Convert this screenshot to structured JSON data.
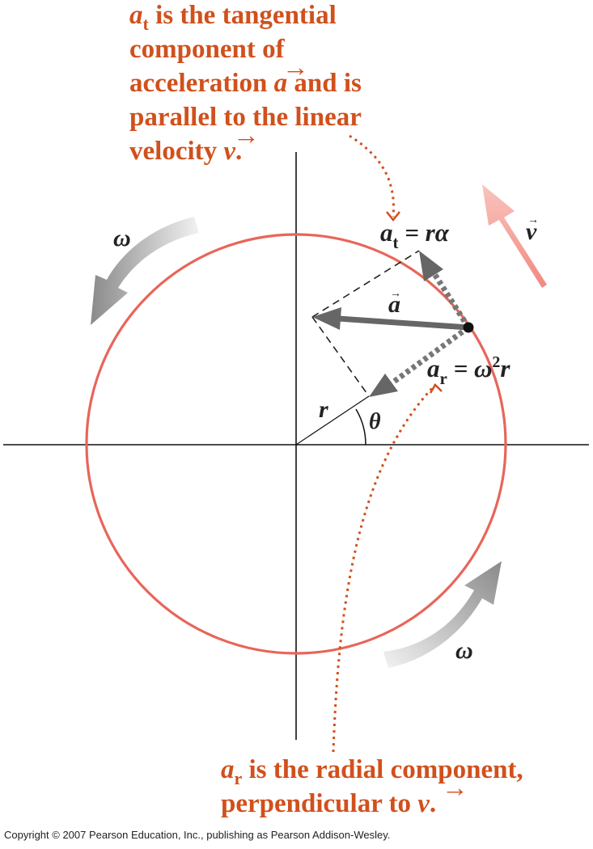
{
  "tangential_note": {
    "symbol": "a",
    "subscript": "t",
    "line1_rest": " is the tangential",
    "line2": "component of",
    "line3_start": "acceleration ",
    "line3_vec": "a",
    "line3_end": " and is",
    "line4": "parallel to the linear",
    "line5_start": "velocity ",
    "line5_vec": "v",
    "line5_end": "."
  },
  "radial_note": {
    "symbol": "a",
    "subscript": "r",
    "line1_rest": " is the radial component,",
    "line2_start": "perpendicular to ",
    "line2_vec": "v",
    "line2_end": "."
  },
  "labels": {
    "omega_top": "ω",
    "omega_bottom": "ω",
    "velocity": "v",
    "accel": "a",
    "at_symbol": "a",
    "at_sub": "t",
    "at_rhs": " = rα",
    "ar_symbol": "a",
    "ar_sub": "r",
    "ar_rhs_omega": " = ω",
    "ar_rhs_exp": "2",
    "ar_rhs_r": "r",
    "radius": "r",
    "angle": "θ",
    "vec_arrow": "→"
  },
  "copyright": "Copyright © 2007 Pearson Education, Inc., publishing as Pearson Addison-Wesley.",
  "colors": {
    "circle": "#e8655a",
    "annotation": "#d1501c",
    "vector": "#666666",
    "velocity_arrow": "#f3a89e"
  }
}
